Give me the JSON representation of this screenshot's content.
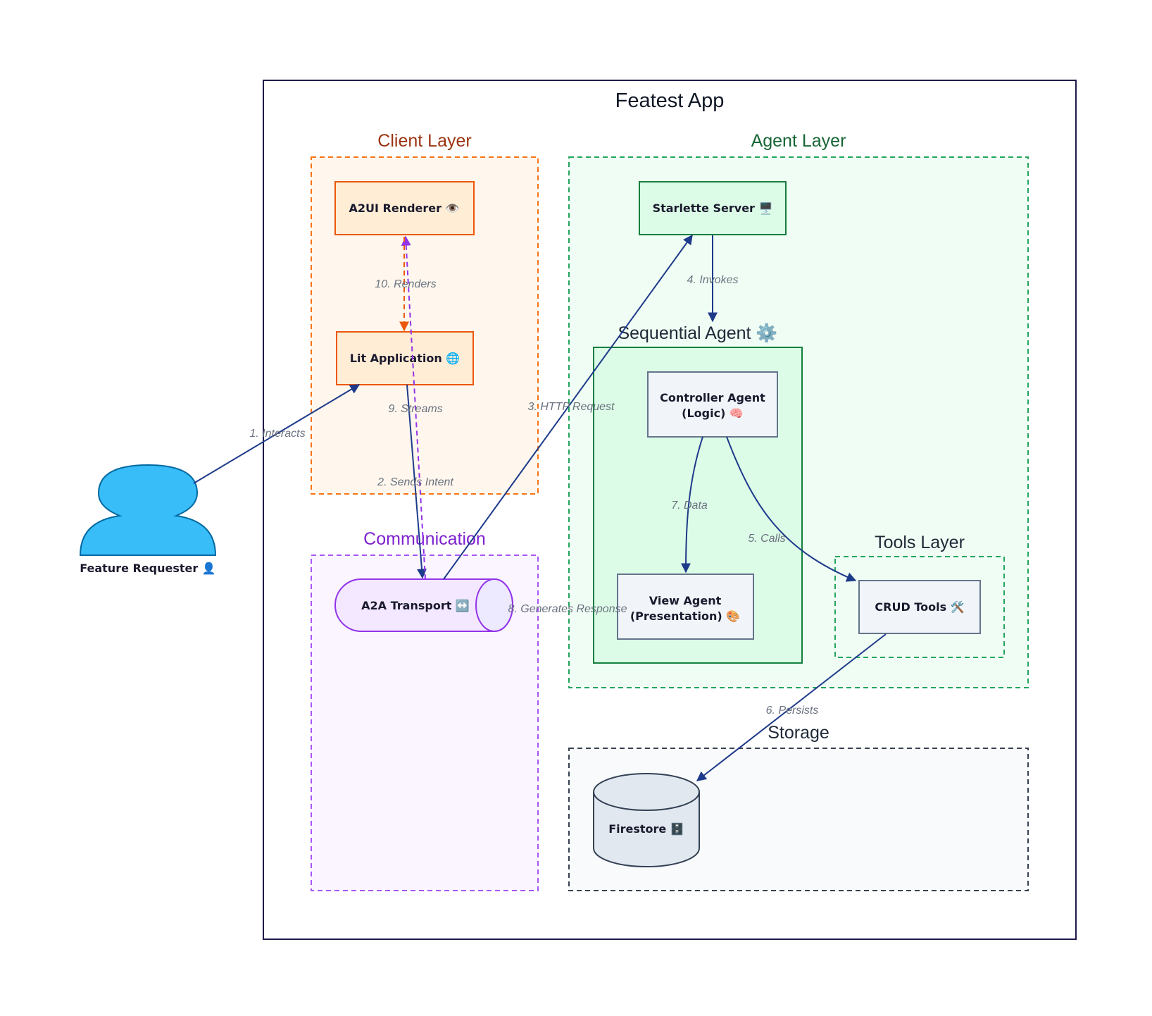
{
  "app": {
    "title": "Featest App"
  },
  "actor": {
    "label": "Feature Requester 👤",
    "color": "#38bdf8"
  },
  "groups": {
    "client": {
      "title": "Client Layer",
      "color": "#9a3412"
    },
    "agent": {
      "title": "Agent Layer",
      "color": "#166534"
    },
    "sequential": {
      "title": "Sequential Agent ⚙️"
    },
    "communication": {
      "title": "Communication",
      "color": "#7e22ce"
    },
    "tools": {
      "title": "Tools Layer"
    },
    "storage": {
      "title": "Storage"
    }
  },
  "nodes": {
    "a2ui": {
      "label": "A2UI Renderer 👁️"
    },
    "lit": {
      "label": "Lit Application 🌐"
    },
    "starlette": {
      "label": "Starlette Server 🖥️"
    },
    "controller": {
      "line1": "Controller Agent",
      "line2": "(Logic) 🧠"
    },
    "view": {
      "line1": "View Agent",
      "line2": "(Presentation) 🎨"
    },
    "crud": {
      "label": "CRUD Tools 🛠️"
    },
    "a2a": {
      "label": "A2A Transport ↔️"
    },
    "firestore": {
      "label": "Firestore 🗄️"
    }
  },
  "edges": {
    "e1": "1. Interacts",
    "e2": "2. Sends Intent",
    "e3": "3. HTTP Request",
    "e4": "4. Invokes",
    "e5": "5. Calls",
    "e6": "6. Persists",
    "e7": "7. Data",
    "e8": "8. Generates Response",
    "e9": "9. Streams",
    "e10": "10. Renders"
  },
  "colors": {
    "edge": "#1e3a8a",
    "stream": "#9333ea",
    "render": "#ea580c",
    "frame": "#1e1b4b"
  }
}
